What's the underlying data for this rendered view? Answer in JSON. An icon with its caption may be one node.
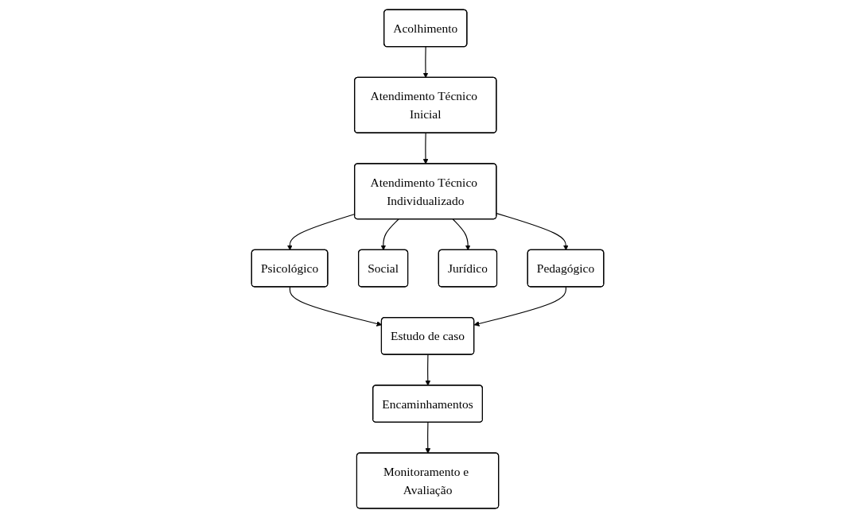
{
  "diagram": {
    "nodes": [
      {
        "text": [
          "Acolhimento"
        ]
      },
      {
        "text": [
          "Atendimento Técnico Inicial"
        ]
      },
      {
        "text": [
          "Atendimento Técnico Individualizado"
        ]
      },
      {
        "text": [
          "Psicológico"
        ]
      },
      {
        "text": [
          "Social"
        ]
      },
      {
        "text": [
          "Jurídico"
        ]
      },
      {
        "text": [
          "Pedagógico"
        ]
      },
      {
        "text": [
          "Estudo de caso"
        ]
      },
      {
        "text": [
          "Encaminhamentos"
        ]
      },
      {
        "text": [
          "Monitoramento e Avaliação"
        ]
      }
    ],
    "edges": [
      {
        "from": 0,
        "to": 1,
        "arrow": "to"
      },
      {
        "from": 1,
        "to": 2,
        "arrow": "to"
      },
      {
        "from": 2,
        "to": 3,
        "arrow": "to"
      },
      {
        "from": 2,
        "to": 4,
        "arrow": "to"
      },
      {
        "from": 2,
        "to": 5,
        "arrow": "to"
      },
      {
        "from": 2,
        "to": 6,
        "arrow": "to"
      },
      {
        "from": 3,
        "to": 7,
        "arrow": "to"
      },
      {
        "from": 6,
        "to": 7,
        "arrow": "to"
      },
      {
        "from": 7,
        "to": 8,
        "arrow": "to"
      },
      {
        "from": 8,
        "to": 9,
        "arrow": "to"
      }
    ]
  }
}
